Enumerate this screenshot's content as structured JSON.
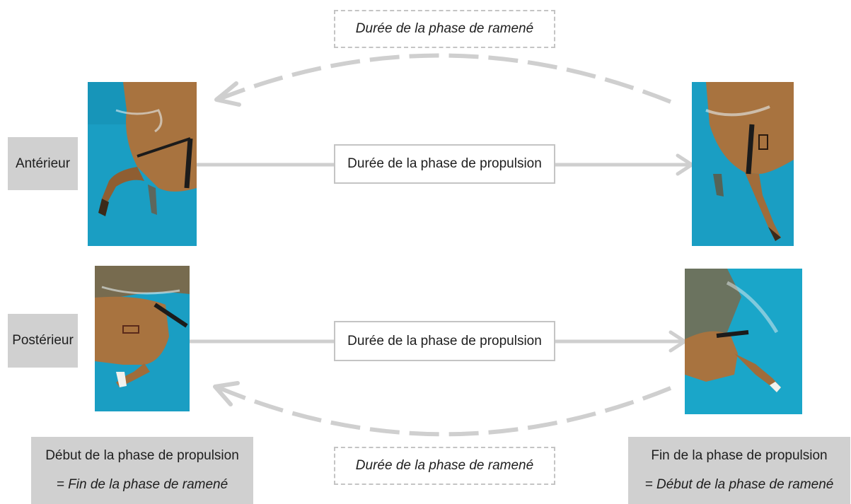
{
  "rows": {
    "anterior": "Antérieur",
    "posterior": "Postérieur"
  },
  "propulsion_label": "Durée de la phase de propulsion",
  "ramene_label": "Durée de la phase de ramené",
  "start_caption": {
    "line1": "Début de la phase de propulsion",
    "line2": "= Fin de la phase de ramené"
  },
  "end_caption": {
    "line1": "Fin de la phase de propulsion",
    "line2": "= Début de la phase de ramené"
  },
  "colors": {
    "water": "#1aa0c4",
    "horse": "#a8723f",
    "arrow": "#cfcfcf",
    "label_fill": "#d0d0d0"
  },
  "photos": [
    "anterior-start-photo",
    "anterior-end-photo",
    "posterior-start-photo",
    "posterior-end-photo"
  ]
}
